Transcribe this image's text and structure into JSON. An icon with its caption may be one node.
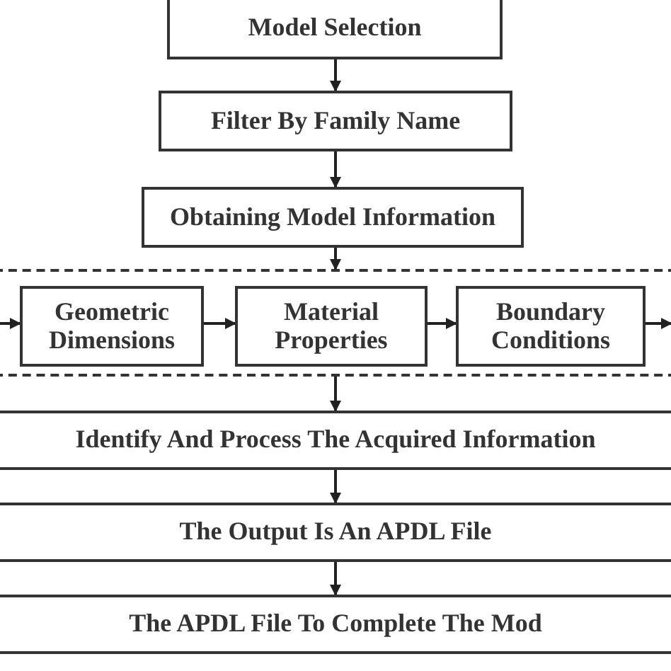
{
  "diagram": {
    "nodes": [
      {
        "text": [
          "Model Selection"
        ]
      },
      {
        "text": [
          "Filter By Family Name"
        ]
      },
      {
        "text": [
          "Obtaining Model Information"
        ]
      },
      {
        "text": [],
        "shape": "box"
      },
      {
        "text": [
          "Geometric Dimensions"
        ],
        "in": 3
      },
      {
        "text": [
          "Material Properties"
        ],
        "in": 3
      },
      {
        "text": [
          "Boundary Conditions"
        ],
        "in": 3
      },
      {
        "text": [
          "Identify And Process The Acquired Information"
        ]
      },
      {
        "text": [
          "The Output Is An APDL File"
        ]
      },
      {
        "text": [
          "The APDL File To Complete The Mod"
        ]
      }
    ],
    "edges": [
      {
        "from": 0,
        "to": 1,
        "arrow": "to"
      },
      {
        "from": 1,
        "to": 2,
        "arrow": "to"
      },
      {
        "from": 2,
        "to": 3,
        "arrow": "to"
      },
      {
        "from": null,
        "to": 4,
        "arrow": "to"
      },
      {
        "from": 4,
        "to": 5,
        "arrow": "to"
      },
      {
        "from": 5,
        "to": 6,
        "arrow": "to"
      },
      {
        "from": 6,
        "to": null,
        "arrow": "to"
      },
      {
        "from": 3,
        "to": 7,
        "arrow": "to"
      },
      {
        "from": 7,
        "to": 8,
        "arrow": "to"
      },
      {
        "from": 8,
        "to": 9,
        "arrow": "to"
      }
    ]
  }
}
